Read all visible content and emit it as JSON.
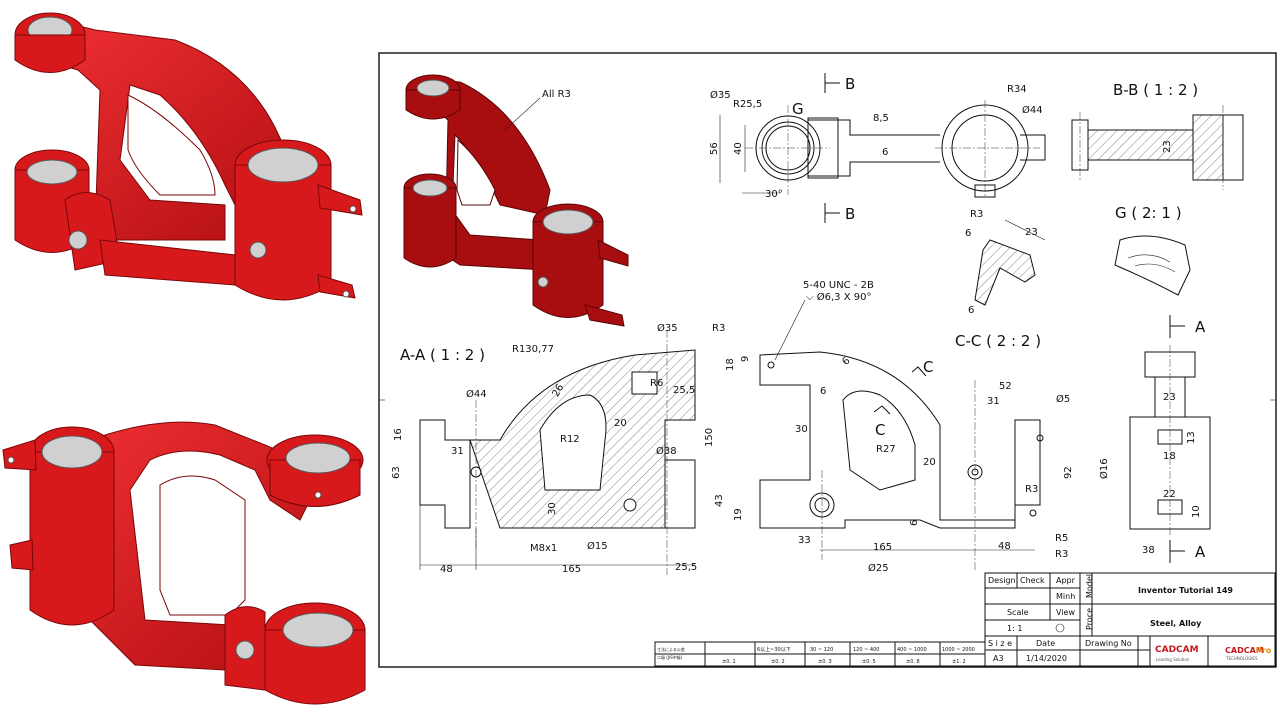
{
  "colors": {
    "part_red": "#d8191c",
    "part_dark": "#a80d10",
    "bore_grey": "#d0d0d0",
    "ink": "#111111"
  },
  "iso": {
    "note": "All R3"
  },
  "top_view": {
    "section_mark": "B",
    "dims": {
      "r25": "R25,5",
      "d35": "Ø35",
      "detail": "G",
      "h56": "56",
      "h40": "40",
      "t85": "8,5",
      "t6": "6",
      "ang": "30°",
      "r34": "R34",
      "d44": "Ø44"
    }
  },
  "section_bb": {
    "title": "B-B ( 1 : 2 )",
    "dim23": "23"
  },
  "detail_g": {
    "title": "G ( 2: 1 )"
  },
  "section_cc": {
    "title": "C-C ( 2 : 2 )",
    "r3": "R3",
    "d6a": "6",
    "d23": "23",
    "d6b": "6"
  },
  "section_aa": {
    "title": "A-A ( 1 : 2 )",
    "dims": {
      "r130": "R130,77",
      "d35": "Ø35",
      "r3": "R3",
      "d44": "Ø44",
      "r6": "R6",
      "d255": "25,5",
      "d16": "16",
      "d63": "63",
      "d31": "31",
      "r12": "R12",
      "d20": "20",
      "d26": "26",
      "d38": "Ø38",
      "d150": "150",
      "d30": "30",
      "m8": "M8x1",
      "d15": "Ø15",
      "d48": "48",
      "d165": "165",
      "d255b": "25,5"
    }
  },
  "front_view": {
    "thread_note1": "5-40 UNC - 2B",
    "thread_note2": "⌵ Ø6,3 X 90°",
    "section_mark": "C",
    "dims": {
      "d18": "18",
      "d9": "9",
      "d6a": "6",
      "d6b": "6",
      "d30": "30",
      "r27": "R27",
      "d20": "20",
      "d43": "43",
      "d19": "19",
      "d33": "33",
      "d165": "165",
      "d25": "Ø25",
      "d6c": "6",
      "d52": "52",
      "d31": "31",
      "d5": "Ø5",
      "d92": "92",
      "r3a": "R3",
      "d48": "48",
      "r5": "R5",
      "r3b": "R3"
    }
  },
  "side_view": {
    "section_mark": "A",
    "d23": "23",
    "d13": "13",
    "d18": "18",
    "d16": "Ø16",
    "d22": "22",
    "d10": "10",
    "d38": "38"
  },
  "title_block": {
    "h_design": "Design",
    "h_check": "Check",
    "h_appr": "Appr",
    "appr_name": "Minh",
    "model_lbl": "Model",
    "title": "Inventor Tutorial 149",
    "h_scale": "Scale",
    "scale": "1: 1",
    "h_view": "View",
    "proc_lbl": "Proce",
    "material": "Steel, Alloy",
    "h_size": "S i z e",
    "size": "A3",
    "h_date": "Date",
    "date": "1/14/2020",
    "h_drawing": "Drawing No",
    "logo1": "CADCAM",
    "logo1_sub": "Leading Solution",
    "logo2": "CADCAM",
    "logo2_pro": "Pro",
    "logo2_sub": "TECHNOLOGIES"
  },
  "tolerance_table": {
    "row_label": "寸法による公差",
    "row_label_sub": "二級 (JIS中級)",
    "headers": [
      "6以上~30以下",
      "30 ~ 120",
      "120 ~ 400",
      "400 ~ 1000",
      "1000 ~ 2000"
    ],
    "values": [
      "±0. 1",
      "±0. 2",
      "±0. 3",
      "±0. 5",
      "±0. 8",
      "±1. 2"
    ]
  }
}
